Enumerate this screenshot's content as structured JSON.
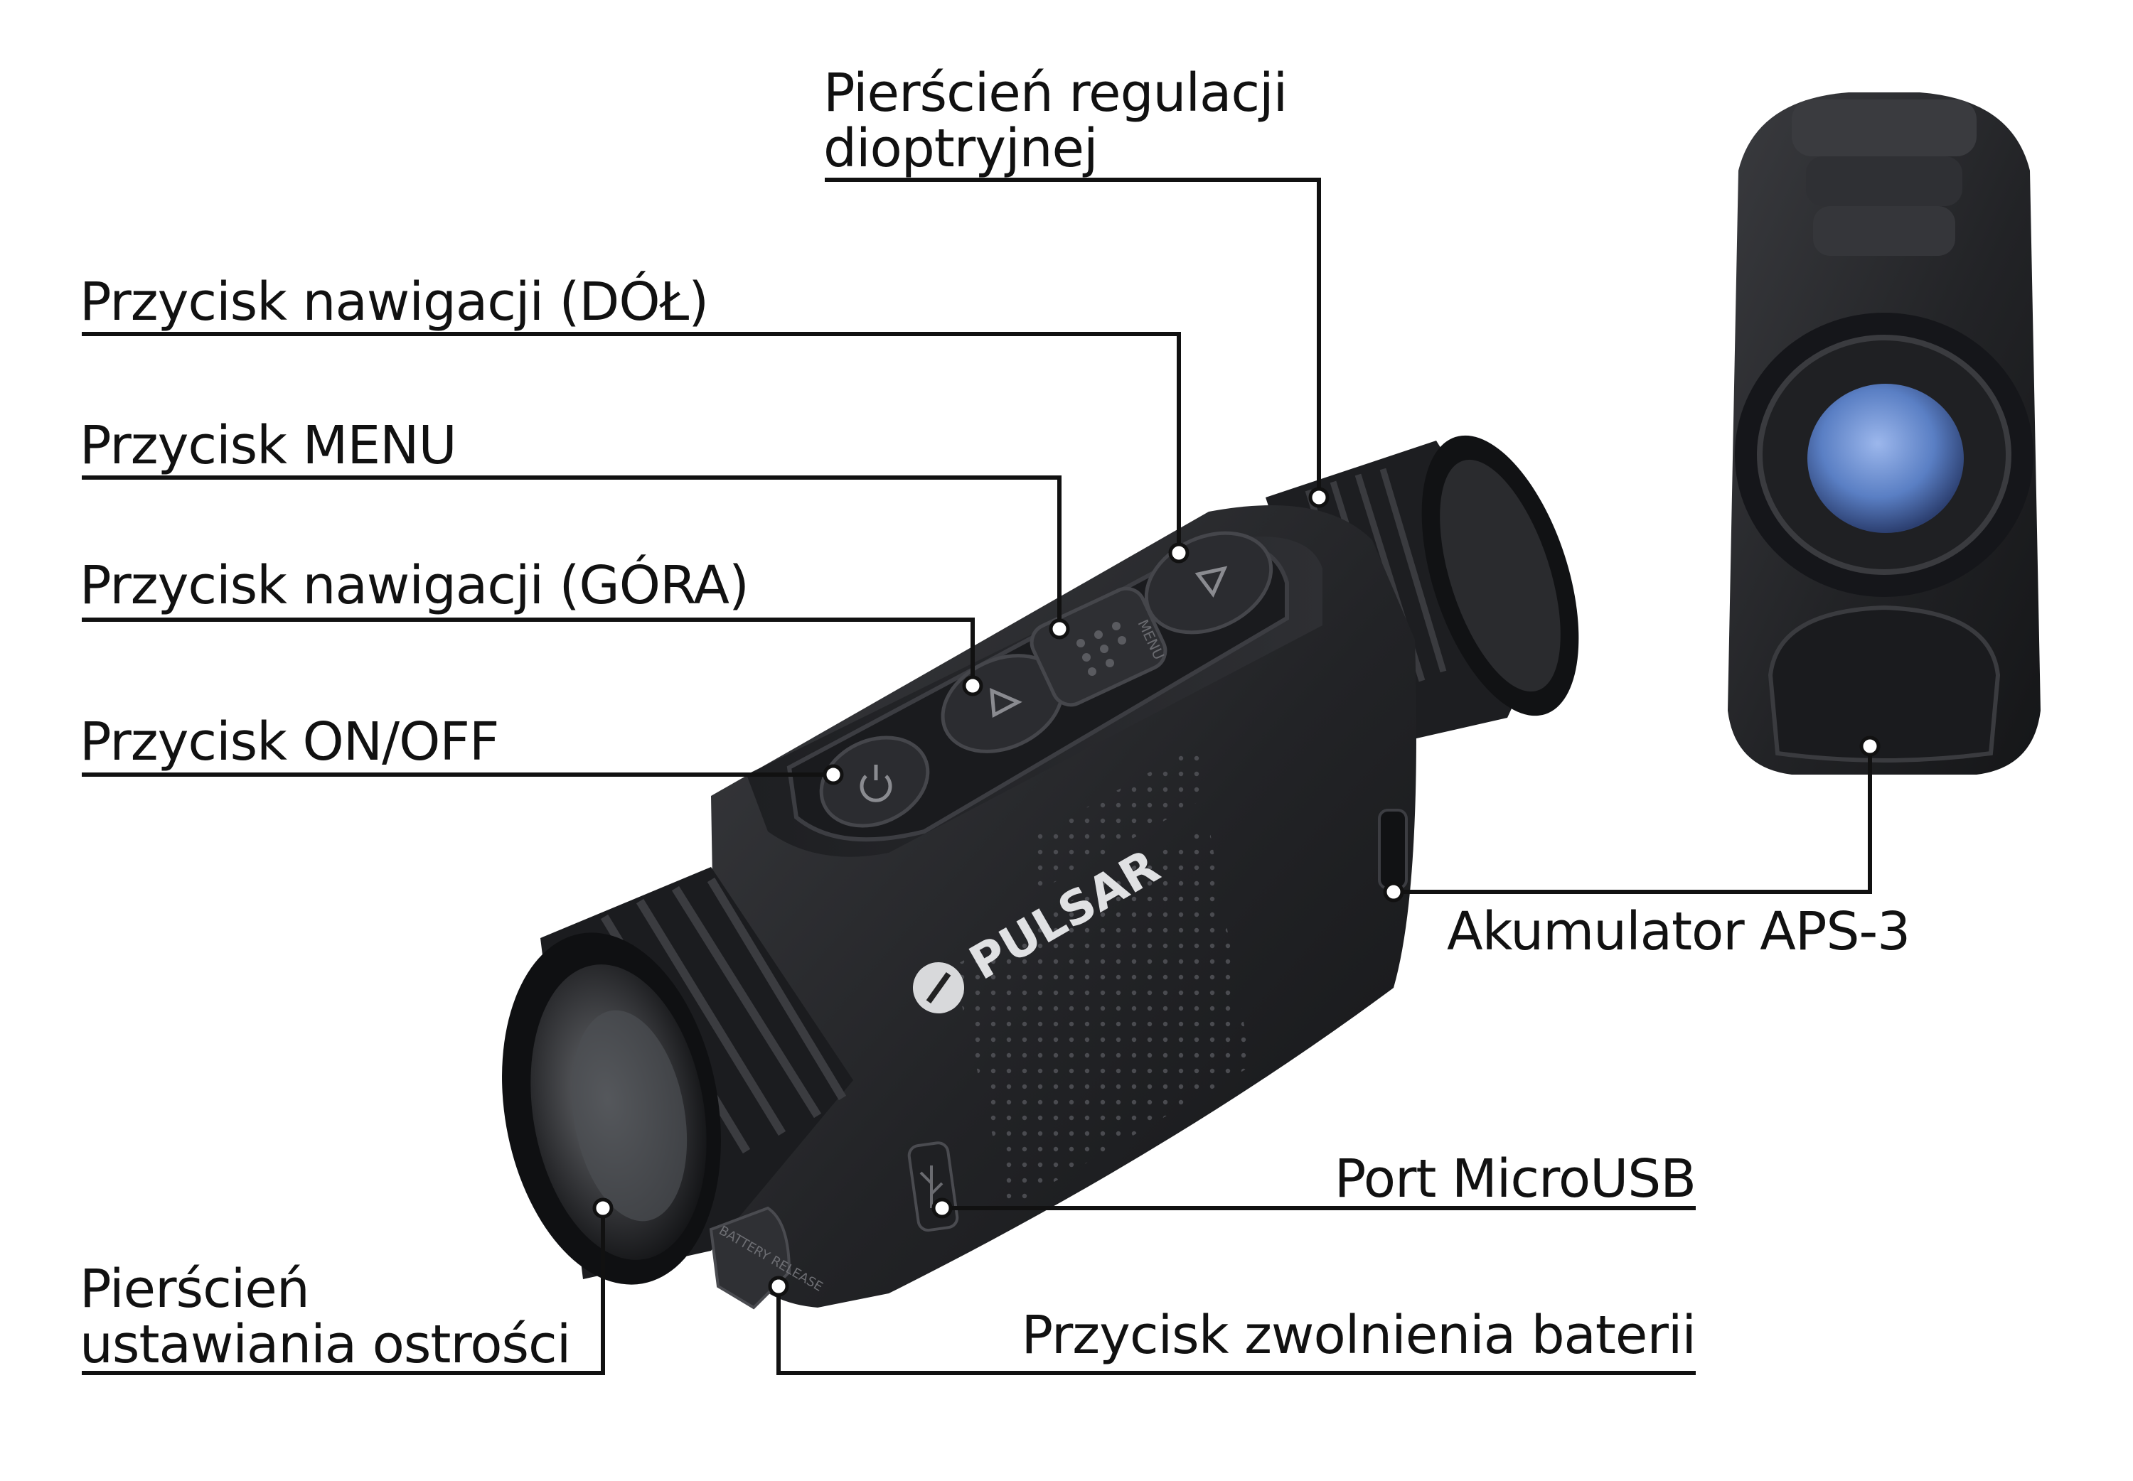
{
  "colors": {
    "background": "#ffffff",
    "leader": "#111111",
    "device": "#2a2b2e",
    "lens": "#5a7fc4"
  },
  "device": {
    "brand": "PULSAR",
    "menu_button_mark": "MENU",
    "battery_button_mark": "BATTERY RELEASE"
  },
  "labels": {
    "diopter_ring": [
      "Pierścień regulacji",
      "dioptryjnej"
    ],
    "nav_down": "Przycisk nawigacji (DÓŁ)",
    "menu_button": "Przycisk MENU",
    "nav_up": "Przycisk nawigacji (GÓRA)",
    "on_off": "Przycisk ON/OFF",
    "battery": "Akumulator APS-3",
    "microusb": "Port MicroUSB",
    "focus_ring": [
      "Pierścień",
      "ustawiania ostrości"
    ],
    "battery_release": "Przycisk zwolnienia baterii"
  },
  "icons": [
    "power-icon",
    "triangle-up-icon",
    "triangle-down-icon",
    "pulsar-logo-icon",
    "usb-icon"
  ]
}
